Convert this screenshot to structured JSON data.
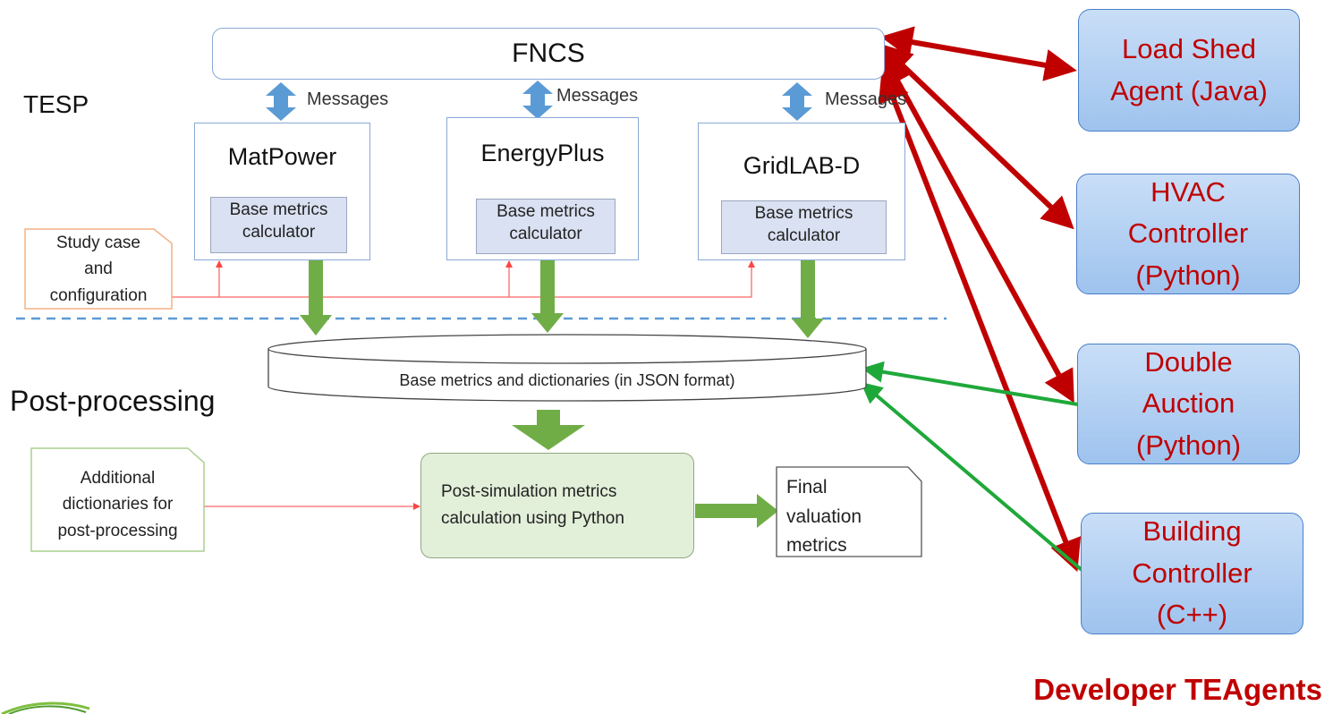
{
  "fncs": {
    "label": "FNCS"
  },
  "sections": {
    "tesp": "TESP",
    "post": "Post-processing"
  },
  "messages": [
    "Messages",
    "Messages",
    "Messages"
  ],
  "simulators": [
    {
      "name": "MatPower",
      "calc": [
        "Base metrics",
        "calculator"
      ]
    },
    {
      "name": "EnergyPlus",
      "calc": [
        "Base metrics",
        "calculator"
      ]
    },
    {
      "name": "GridLAB-D",
      "calc": [
        "Base metrics",
        "calculator"
      ]
    }
  ],
  "study_case": [
    "Study case",
    "and",
    "configuration"
  ],
  "database": {
    "label": "Base metrics and dictionaries (in JSON format)"
  },
  "additional": [
    "Additional",
    "dictionaries for",
    "post-processing"
  ],
  "post_calc": [
    "Post-simulation metrics",
    "calculation using Python"
  ],
  "final": [
    "Final",
    "valuation",
    "metrics"
  ],
  "agents": [
    {
      "lines": [
        "Load Shed",
        "Agent (Java)"
      ]
    },
    {
      "lines": [
        "HVAC",
        "Controller",
        "(Python)"
      ]
    },
    {
      "lines": [
        "Double",
        "Auction",
        "(Python)"
      ]
    },
    {
      "lines": [
        "Building",
        "Controller",
        "(C++)"
      ]
    }
  ],
  "footer": "Developer TEAgents",
  "colors": {
    "agent_text": "#c00000",
    "fncs_link": "#c00000",
    "market_link": "#1fa83a",
    "data_flow": "#70ad47",
    "message_arrow": "#5b9bd5",
    "config_line": "#ff6666",
    "tesp_divider": "#5b9bd5"
  }
}
